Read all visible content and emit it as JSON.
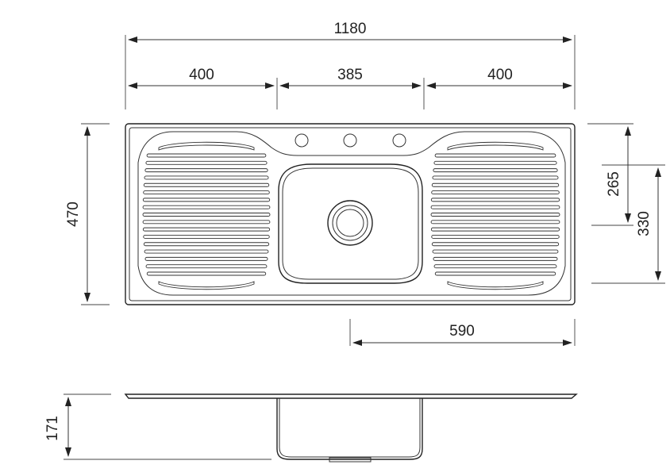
{
  "dimensions": {
    "overall_width": "1180",
    "left_drainer": "400",
    "bowl_width": "385",
    "right_drainer": "400",
    "overall_depth": "470",
    "bowl_inner_depth": "265",
    "bowl_outer_depth": "330",
    "bowl_offset": "590",
    "bowl_height": "171"
  }
}
